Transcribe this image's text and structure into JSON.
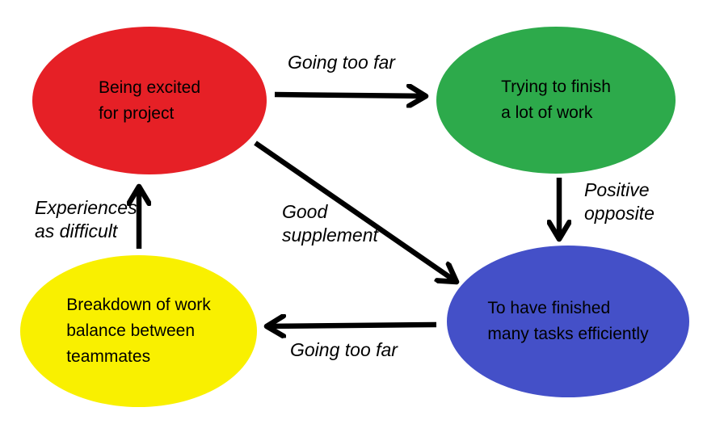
{
  "diagram": {
    "background_color": "#ffffff",
    "arrow_color": "#000000",
    "text_color": "#000000",
    "nodes": {
      "excited": {
        "fill": "#e62026",
        "lines": [
          "Being excited",
          "for project"
        ]
      },
      "trying": {
        "fill": "#2daa4b",
        "lines": [
          "Trying to finish",
          "a lot of work"
        ]
      },
      "finished": {
        "fill": "#4450c8",
        "lines": [
          "To have finished",
          "many tasks efficiently"
        ]
      },
      "breakdown": {
        "fill": "#f9f000",
        "lines": [
          "Breakdown of work",
          "balance between",
          "teammates"
        ]
      }
    },
    "edges": {
      "excited_to_trying": {
        "label": "Going too far"
      },
      "trying_to_finished": {
        "lines": [
          "Positive",
          "opposite"
        ]
      },
      "excited_to_finished": {
        "lines": [
          "Good",
          "supplement"
        ]
      },
      "finished_to_breakdown": {
        "label": "Going too far"
      },
      "breakdown_to_excited": {
        "lines": [
          "Experiences",
          "as difficult"
        ]
      }
    }
  }
}
